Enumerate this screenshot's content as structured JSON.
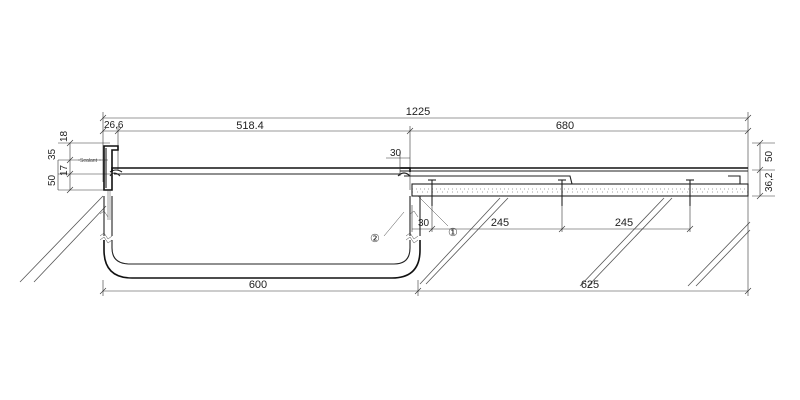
{
  "dimensions": {
    "overall": "1225",
    "edge": "26,6",
    "left_span": "518.4",
    "right_span": "680",
    "left_h_18": "18",
    "left_h_35": "35",
    "left_h_17": "17",
    "left_h_50": "50",
    "right_h_50": "50",
    "right_h_362": "36,2",
    "gap_top": "30",
    "gap_bottom": "30",
    "spacing_1": "245",
    "spacing_2": "245",
    "channel_width": "600",
    "slab_width": "625"
  },
  "callouts": {
    "one": "①",
    "two": "②"
  },
  "note_text": "Sealant"
}
